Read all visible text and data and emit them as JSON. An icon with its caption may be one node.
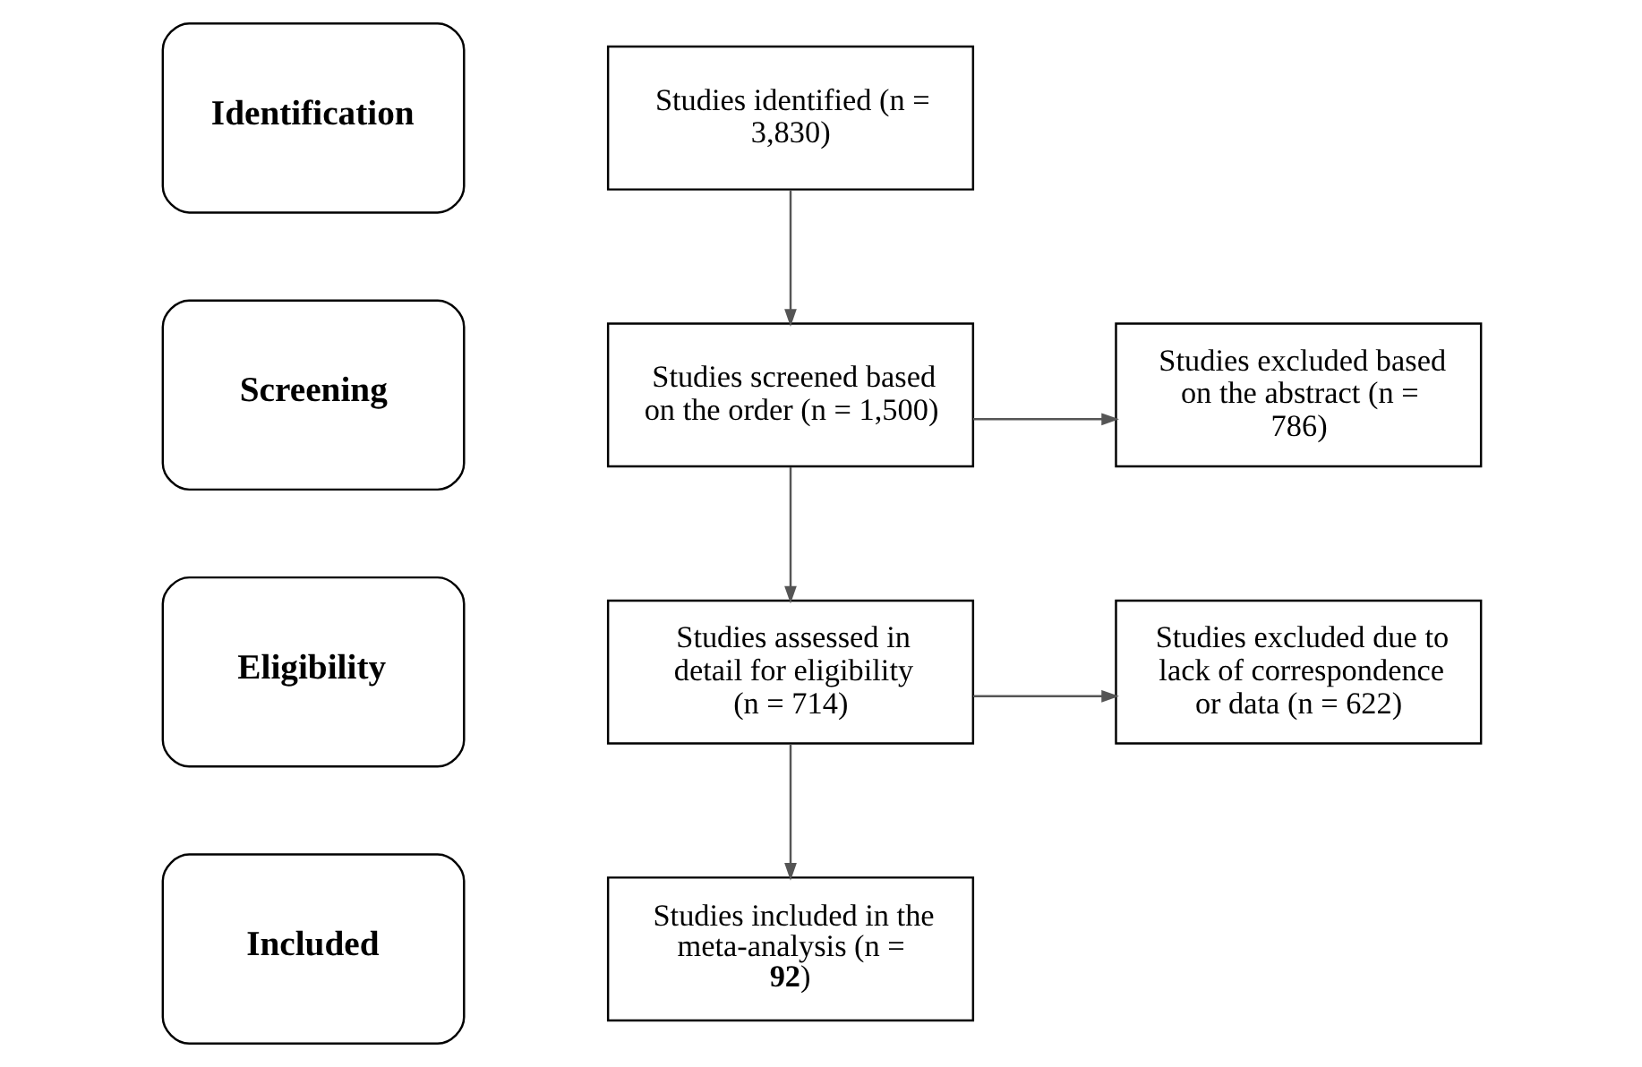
{
  "diagram": {
    "nodes": [
      {
        "text": [
          "Identification"
        ]
      },
      {
        "text": [
          "Studies identified (n = 3,830)"
        ]
      },
      {
        "text": [
          "Screening"
        ]
      },
      {
        "text": [
          "Studies screened based on the order (n = 1,500)"
        ]
      },
      {
        "text": [
          "Studies excluded based on the abstract (n = 786)"
        ]
      },
      {
        "text": [
          "Eligibility"
        ]
      },
      {
        "text": [
          "Studies assessed in detail for eligibility (n = 714)"
        ]
      },
      {
        "text": [
          "Studies excluded due to lack of correspondence or data (n = 622)"
        ]
      },
      {
        "text": [
          "Included"
        ]
      },
      {
        "text": [
          "Studies included in the meta-analysis (n = **92**)"
        ]
      }
    ],
    "edges": [
      {
        "from": 1,
        "to": 3,
        "arrow": "to"
      },
      {
        "from": 3,
        "to": 4,
        "arrow": "to"
      },
      {
        "from": 3,
        "to": 6,
        "arrow": "to"
      },
      {
        "from": 6,
        "to": 7,
        "arrow": "to"
      },
      {
        "from": 6,
        "to": 9,
        "arrow": "to"
      }
    ]
  }
}
